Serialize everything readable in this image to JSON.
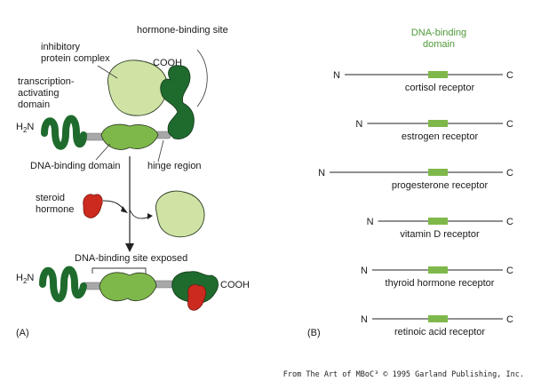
{
  "panel_a": {
    "panel_label": "(A)",
    "labels": {
      "inhibitory_line1": "inhibitory",
      "inhibitory_line2": "protein complex",
      "hormone_binding_site": "hormone-binding site",
      "cooh_top": "COOH",
      "tad_line1": "transcription-",
      "tad_line2": "activating",
      "tad_line3": "domain",
      "h2n_top": "H",
      "h2n_sub": "2",
      "h2n_n": "N",
      "dna_binding_domain": "DNA-binding domain",
      "hinge_region": "hinge region",
      "steroid": "steroid",
      "hormone": "hormone",
      "dna_binding_site_exposed": "DNA-binding site exposed",
      "cooh_bottom": "COOH"
    },
    "colors": {
      "dark_green": "#1f6b2e",
      "mid_green": "#7fb84a",
      "light_green": "#cfe3a5",
      "hinge_gray": "#a8a8a8",
      "hormone_red": "#cc2a1f",
      "outline": "#2b3b22"
    }
  },
  "panel_b": {
    "panel_label": "(B)",
    "header_line1": "DNA-binding",
    "header_line2": "domain",
    "n_label": "N",
    "c_label": "C",
    "domain_color": "#7fb84a",
    "receptors": [
      {
        "name": "cortisol receptor",
        "n_start": 0.0
      },
      {
        "name": "estrogen receptor",
        "n_start": 0.27
      },
      {
        "name": "progesterone receptor",
        "n_start": -0.18
      },
      {
        "name": "vitamin D receptor",
        "n_start": 0.4
      },
      {
        "name": "thyroid hormone receptor",
        "n_start": 0.33
      },
      {
        "name": "retinoic acid receptor",
        "n_start": 0.33
      }
    ]
  },
  "credit": {
    "text": "From The Art of MBoC³ © 1995 Garland Publishing, Inc."
  }
}
